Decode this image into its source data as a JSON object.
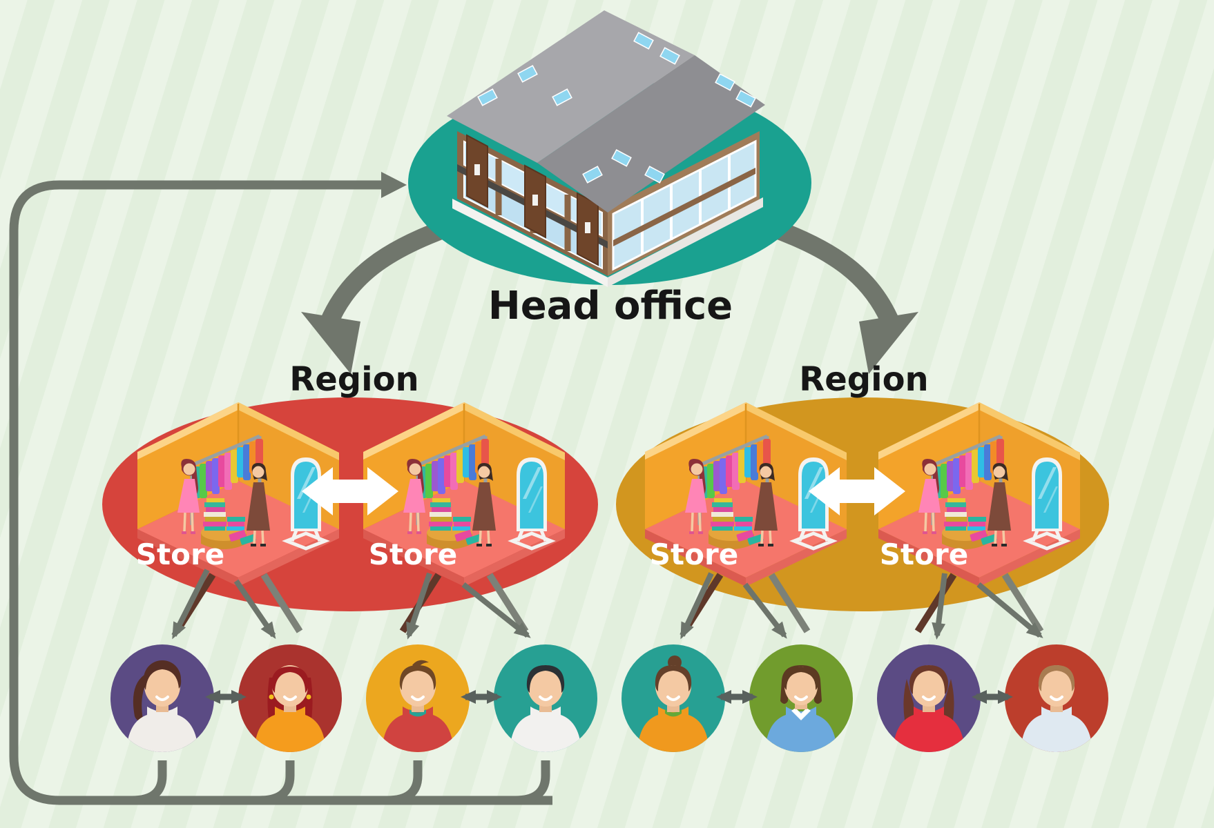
{
  "head_office": {
    "label": "Head office",
    "platform_color": "#1aa190"
  },
  "regions": [
    {
      "label": "Region",
      "ellipse_color": "#d6443c",
      "stores": [
        {
          "label": "Store"
        },
        {
          "label": "Store"
        }
      ],
      "sync_arrow_color": "#ffffff"
    },
    {
      "label": "Region",
      "ellipse_color": "#d2961f",
      "stores": [
        {
          "label": "Store"
        },
        {
          "label": "Store"
        }
      ],
      "sync_arrow_color": "#ffffff"
    }
  ],
  "store_room_colors": {
    "wall_left": "#f3a32a",
    "wall_right": "#efa02b",
    "wall_trim": "#fcd488",
    "floor": "#f5766b",
    "floor_edge": "#db5a50",
    "mirror_glass": "#3cc4de",
    "clothes_rack": [
      "#35b79b",
      "#57c948",
      "#9b59d0",
      "#7b68ee",
      "#e84a9e",
      "#f26db6",
      "#e8c832",
      "#2fbde4",
      "#4a7bd8",
      "#f28c28",
      "#e8554a"
    ]
  },
  "building_colors": {
    "roof": "#9a9a9e",
    "wood_left": "#8a6546",
    "wood_right": "#a07c59",
    "glass": "#cde9f7"
  },
  "avatars": [
    {
      "name": "person-1",
      "bg": "#5b4b84",
      "hair": "#552e24",
      "shirt": "#f0ede9"
    },
    {
      "name": "person-2",
      "bg": "#aa332e",
      "hair": "#9b1b20",
      "shirt": "#f59c1d"
    },
    {
      "name": "person-3",
      "bg": "#eca71f",
      "hair": "#6f4726",
      "shirt": "#d04340",
      "collar": "#27a295"
    },
    {
      "name": "person-4",
      "bg": "#27a093",
      "hair": "#2b3135",
      "shirt": "#f2f1ef"
    },
    {
      "name": "person-5",
      "bg": "#27a093",
      "hair": "#64402a",
      "shirt": "#f0991e",
      "collar": "#64a839"
    },
    {
      "name": "person-6",
      "bg": "#719c2d",
      "hair": "#5c3a22",
      "shirt": "#6ca9dd",
      "collar": "#ffffff"
    },
    {
      "name": "person-7",
      "bg": "#5b4b84",
      "hair": "#6b382a",
      "shirt": "#e52f3e"
    },
    {
      "name": "person-8",
      "bg": "#bc3e2c",
      "hair": "#a87c51",
      "shirt": "#dfe9f1"
    }
  ],
  "connectors": {
    "loop_color": "#6f766c",
    "store_arrow_color": "#6d746b",
    "pair_arrow_color": "#59615d",
    "region_arrow_color": "#70766c"
  },
  "background": {
    "base": "#e2efdd",
    "stripe": "rgba(255,255,255,0.30)"
  }
}
